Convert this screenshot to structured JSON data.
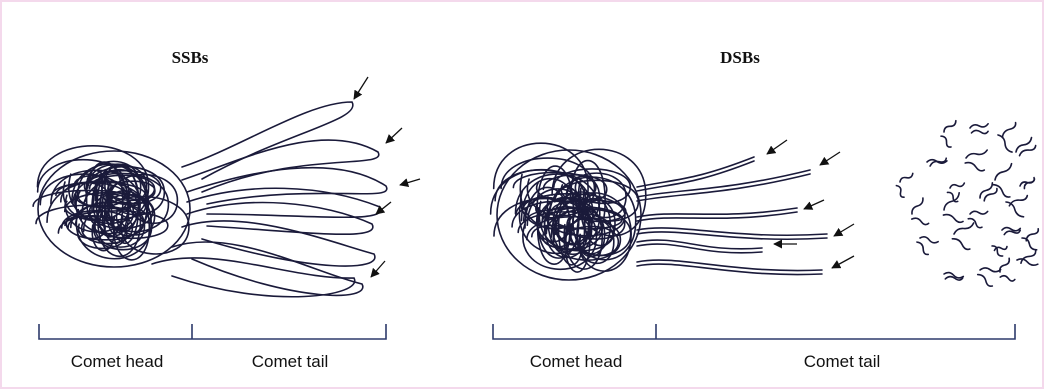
{
  "panels": [
    {
      "title": "SSBs",
      "head_label": "Comet head",
      "tail_label": "Comet tail"
    },
    {
      "title": "DSBs",
      "head_label": "Comet head",
      "tail_label": "Comet tail"
    }
  ],
  "colors": {
    "border": "#f4d9ec",
    "ink": "#1a1a3a",
    "bracket": "#2d3a6b"
  }
}
